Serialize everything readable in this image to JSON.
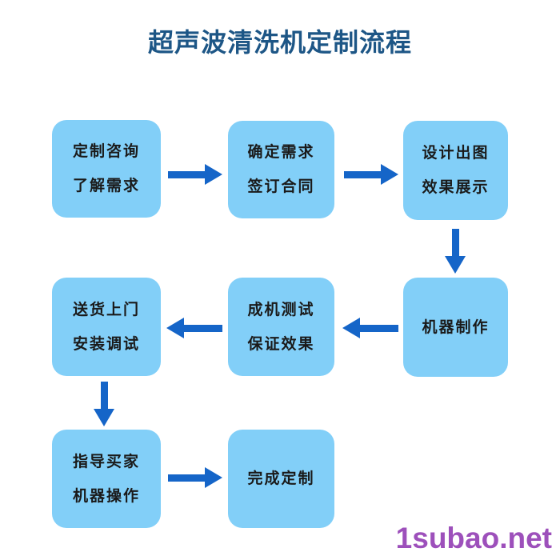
{
  "title": {
    "text": "超声波清洗机定制流程"
  },
  "colors": {
    "page_bg": "#ffffff",
    "title_color": "#1d5686",
    "box_fill": "#82cff8",
    "box_text": "#1a1a1a",
    "arrow_color": "#1565c8",
    "watermark_color": "#9d50bb"
  },
  "flow": {
    "boxes": [
      {
        "step": 1,
        "lines": [
          "定制咨询",
          "了解需求"
        ]
      },
      {
        "step": 2,
        "lines": [
          "确定需求",
          "签订合同"
        ]
      },
      {
        "step": 3,
        "lines": [
          "设计出图",
          "效果展示"
        ]
      },
      {
        "step": 4,
        "lines": [
          "机器制作"
        ]
      },
      {
        "step": 5,
        "lines": [
          "成机测试",
          "保证效果"
        ]
      },
      {
        "step": 6,
        "lines": [
          "送货上门",
          "安装调试"
        ]
      },
      {
        "step": 7,
        "lines": [
          "指导买家",
          "机器操作"
        ]
      },
      {
        "step": 8,
        "lines": [
          "完成定制"
        ]
      }
    ],
    "arrows": [
      {
        "direction": "right",
        "from": "定制咨询 了解需求",
        "to": "确定需求 签订合同"
      },
      {
        "direction": "right",
        "from": "确定需求 签订合同",
        "to": "设计出图 效果展示"
      },
      {
        "direction": "down",
        "from": "设计出图 效果展示",
        "to": "机器制作"
      },
      {
        "direction": "left",
        "from": "机器制作",
        "to": "成机测试 保证效果"
      },
      {
        "direction": "left",
        "from": "成机测试 保证效果",
        "to": "送货上门 安装调试"
      },
      {
        "direction": "down",
        "from": "送货上门 安装调试",
        "to": "指导买家 机器操作"
      },
      {
        "direction": "right",
        "from": "指导买家 机器操作",
        "to": "完成定制"
      }
    ]
  },
  "watermark": {
    "text": "1subao.net"
  }
}
